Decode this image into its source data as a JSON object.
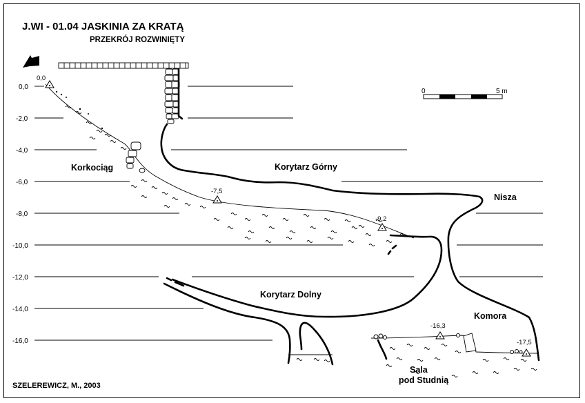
{
  "title": "J.WI - 01.04  JASKINIA ZA KRATĄ",
  "subtitle": "PRZEKRÓJ ROZWINIĘTY",
  "author": "SZELEREWICZ, M., 2003",
  "depth_labels": [
    "0,0",
    "-2,0",
    "-4,0",
    "-6,0",
    "-8,0",
    "-10,0",
    "-12,0",
    "-14,0",
    "-16,0"
  ],
  "stations": [
    "0,0",
    "-7,5",
    "-9,2",
    "-16,3",
    "-17,5"
  ],
  "areas": {
    "korkociag": "Korkociąg",
    "korytarz_gorny": "Korytarz Górny",
    "nisza": "Nisza",
    "korytarz_dolny": "Korytarz Dolny",
    "komora": "Komora",
    "sala_line1": "Sala",
    "sala_line2": "pod Studnią"
  },
  "scale": {
    "start": "0",
    "end": "5 m"
  }
}
